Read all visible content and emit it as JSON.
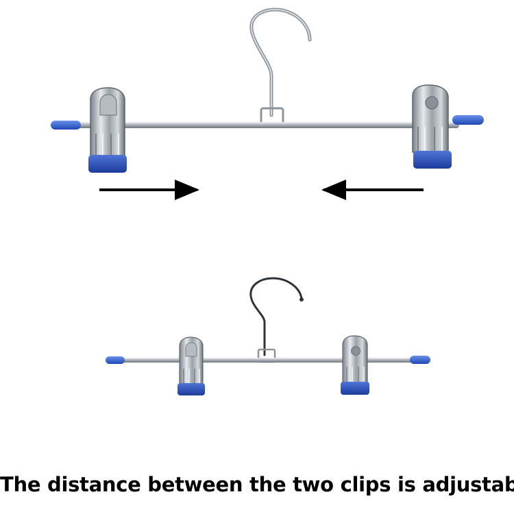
{
  "caption": "The distance between the two clips is adjustable",
  "colors": {
    "background": "#ffffff",
    "metal": "#b9bec5",
    "clip_pad": "#2a4fb8",
    "bar_cap": "#2f64d6",
    "arrow": "#000000"
  },
  "figures": [
    {
      "name": "hanger-wide",
      "state": "clips spread apart"
    },
    {
      "name": "hanger-narrow",
      "state": "clips moved closer"
    }
  ],
  "arrows": [
    {
      "name": "arrow-right",
      "direction": "right"
    },
    {
      "name": "arrow-left",
      "direction": "left"
    }
  ]
}
